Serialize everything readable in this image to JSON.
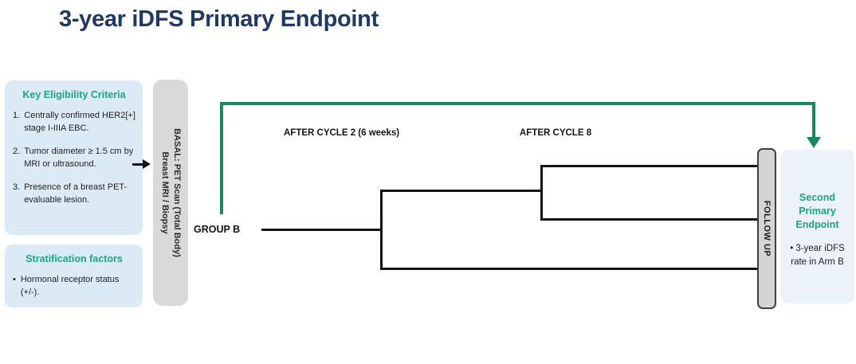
{
  "title": "3-year iDFS Primary Endpoint",
  "colors": {
    "navy": "#1F3864",
    "teal": "#23A184",
    "green_line": "#17895E",
    "box_blue": "#DCEAF5",
    "box_blue_light": "#EBF2F9",
    "bar_gray": "#D9D9D9",
    "followup_gray": "#D4D4D4",
    "followup_border": "#3F3F3F",
    "line_black": "#141414"
  },
  "eligibility": {
    "heading": "Key Eligibility Criteria",
    "items": [
      {
        "num": "1.",
        "text": "Centrally confirmed HER2[+] stage I-IIIA EBC."
      },
      {
        "num": "2.",
        "text": "Tumor diameter ≥ 1.5 cm by MRI or ultrasound."
      },
      {
        "num": "3.",
        "text": "Presence of a breast PET-evaluable lesion."
      }
    ]
  },
  "stratification": {
    "heading": "Stratification factors",
    "bullet_char": "•",
    "bullet": "Hormonal receptor status (+/-)."
  },
  "basal_bar": {
    "line1": "BASAL:  PET Scan (Total Body)",
    "line2": "Breast MRI / Biopsy"
  },
  "flow": {
    "group_label": "GROUP B",
    "after_cycle_2": "AFTER CYCLE 2 (6 weeks)",
    "after_cycle_8": "AFTER CYCLE 8",
    "follow_up": "FOLLOW UP"
  },
  "endpoint": {
    "heading": "Second Primary Endpoint",
    "bullet": "• 3-year iDFS rate in Arm B"
  }
}
